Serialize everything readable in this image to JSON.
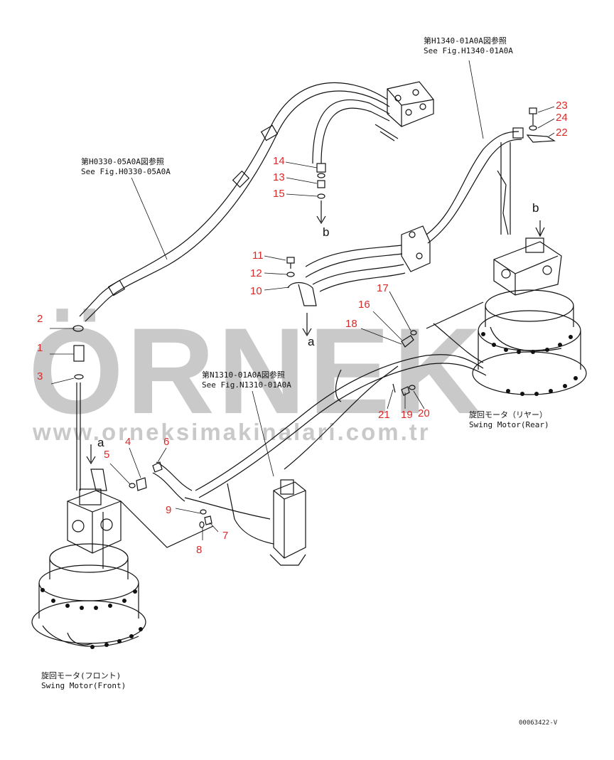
{
  "watermark": {
    "brand": "ÖRNEK",
    "url": "www.orneksimakinalari.com.tr",
    "brand_color": "#c9c9c9"
  },
  "references": {
    "h1340_jp": "第H1340-01A0A図参照",
    "h1340_en": "See Fig.H1340-01A0A",
    "h0330_jp": "第H0330-05A0A図参照",
    "h0330_en": "See Fig.H0330-05A0A",
    "n1310_jp": "第N1310-01A0A図参照",
    "n1310_en": "See Fig.N1310-01A0A"
  },
  "motors": {
    "rear_jp": "旋回モータ（リヤー）",
    "rear_en": "Swing Motor(Rear)",
    "front_jp": "旋回モータ(フロント)",
    "front_en": "Swing Motor(Front)"
  },
  "letters": {
    "a1": "a",
    "a2": "a",
    "b1": "b",
    "b2": "b"
  },
  "parts": [
    {
      "label": "1"
    },
    {
      "label": "2"
    },
    {
      "label": "3"
    },
    {
      "label": "4"
    },
    {
      "label": "5"
    },
    {
      "label": "6"
    },
    {
      "label": "7"
    },
    {
      "label": "8"
    },
    {
      "label": "9"
    },
    {
      "label": "10"
    },
    {
      "label": "11"
    },
    {
      "label": "12"
    },
    {
      "label": "13"
    },
    {
      "label": "14"
    },
    {
      "label": "15"
    },
    {
      "label": "16"
    },
    {
      "label": "17"
    },
    {
      "label": "18"
    },
    {
      "label": "19"
    },
    {
      "label": "20"
    },
    {
      "label": "21"
    },
    {
      "label": "22"
    },
    {
      "label": "23"
    },
    {
      "label": "24"
    }
  ],
  "part_label_color": "#d92a2a",
  "doc_id": "00063422-V"
}
